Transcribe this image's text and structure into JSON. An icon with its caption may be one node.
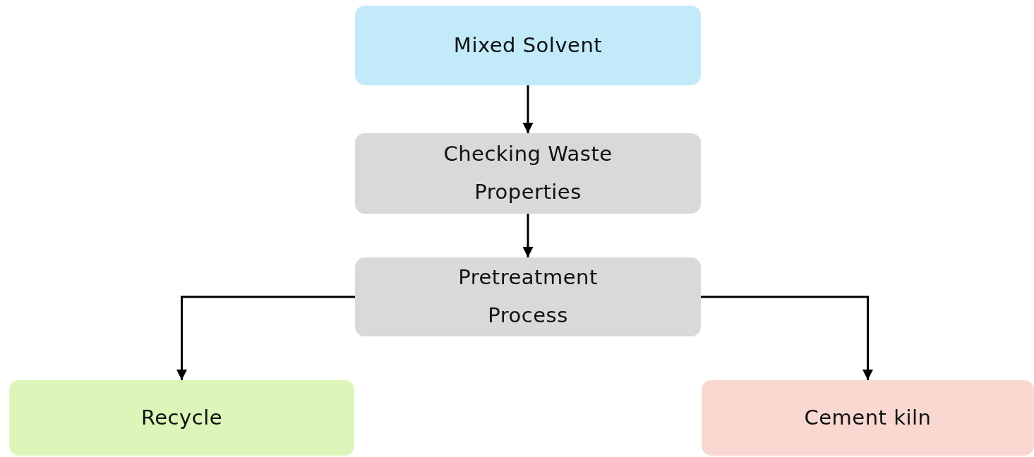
{
  "diagram": {
    "nodes": [
      {
        "text": [
          "Mixed Solvent"
        ]
      },
      {
        "text": [
          "Checking Waste Properties"
        ]
      },
      {
        "text": [
          "Pretreatment Process"
        ]
      },
      {
        "text": [
          "Recycle"
        ]
      },
      {
        "text": [
          "Cement kiln"
        ]
      }
    ],
    "edges": [
      {
        "from": 0,
        "to": 1,
        "arrow": "to"
      },
      {
        "from": 1,
        "to": 2,
        "arrow": "to"
      },
      {
        "from": 2,
        "to": 3,
        "arrow": "to"
      },
      {
        "from": 2,
        "to": 4,
        "arrow": "to"
      }
    ]
  }
}
